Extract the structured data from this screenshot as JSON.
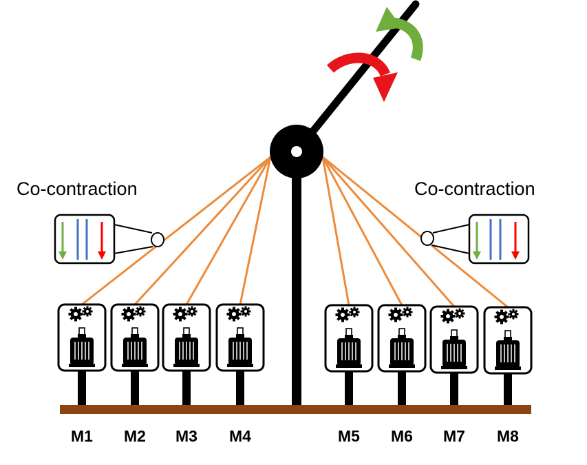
{
  "labels": {
    "cocontraction_left": "Co-contraction",
    "cocontraction_right": "Co-contraction"
  },
  "motors": [
    {
      "label": "M1",
      "side": "left"
    },
    {
      "label": "M2",
      "side": "left"
    },
    {
      "label": "M3",
      "side": "left"
    },
    {
      "label": "M4",
      "side": "left"
    },
    {
      "label": "M5",
      "side": "right"
    },
    {
      "label": "M6",
      "side": "right"
    },
    {
      "label": "M7",
      "side": "right"
    },
    {
      "label": "M8",
      "side": "right"
    }
  ],
  "colors": {
    "tendon": "#ED8B3A",
    "base": "#8B4513",
    "flexion_arrow": "#E8141B",
    "extension_arrow": "#6FAE3C",
    "signal_green": "#70AD47",
    "signal_blue": "#4472C4",
    "signal_red": "#FF0000"
  },
  "icons": {
    "rotation_flex": "red-curved-arrow-icon",
    "rotation_ext": "green-curved-arrow-icon",
    "motor": "motor-gearbox-icon"
  }
}
